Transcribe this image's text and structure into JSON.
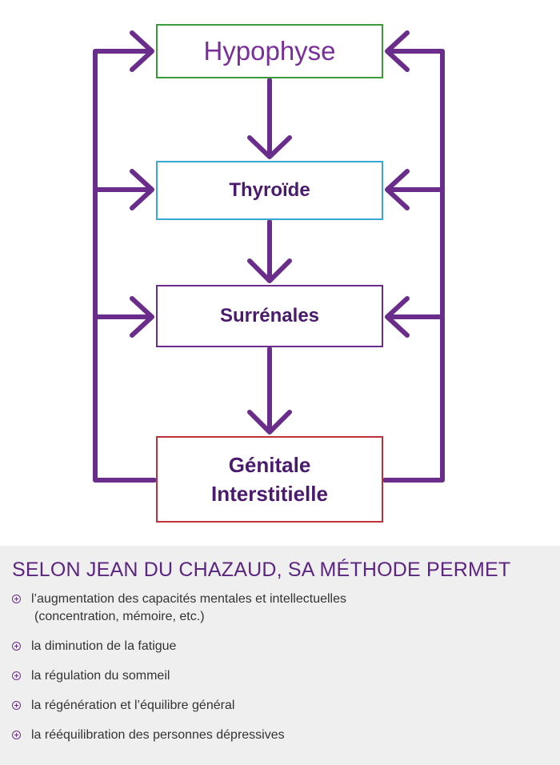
{
  "diagram": {
    "nodes": [
      {
        "id": "hypophyse",
        "label": "Hypophyse",
        "border_color": "#3a9a3a"
      },
      {
        "id": "thyroide",
        "label": "Thyroïde",
        "border_color": "#3aa6d6"
      },
      {
        "id": "surrenales",
        "label": "Surrénales",
        "border_color": "#6b2d8c"
      },
      {
        "id": "genitale",
        "label_lines": [
          "Génitale",
          "Interstitielle"
        ],
        "border_color": "#c0303a"
      }
    ],
    "edges": [
      {
        "from": "hypophyse",
        "to": "thyroide"
      },
      {
        "from": "thyroide",
        "to": "surrenales"
      },
      {
        "from": "surrenales",
        "to": "genitale"
      },
      {
        "from": "genitale",
        "to": "hypophyse",
        "feedback": true
      },
      {
        "from": "genitale",
        "to": "thyroide",
        "feedback": true
      },
      {
        "from": "genitale",
        "to": "surrenales",
        "feedback": true
      }
    ],
    "arrow_color": "#6b2d8c"
  },
  "panel": {
    "title": "SELON JEAN DU CHAZAUD, SA MÉTHODE PERMET",
    "items": [
      {
        "line1": "l’augmentation des capacités mentales et intellectuelles",
        "line2": "(concentration, mémoire, etc.)"
      },
      {
        "line1": "la diminution de la fatigue"
      },
      {
        "line1": "la régulation du sommeil"
      },
      {
        "line1": "la régénération et l’équilibre général"
      },
      {
        "line1": "la rééquilibration des personnes dépressives"
      }
    ],
    "background": "#efefef",
    "title_color": "#5b2580"
  }
}
